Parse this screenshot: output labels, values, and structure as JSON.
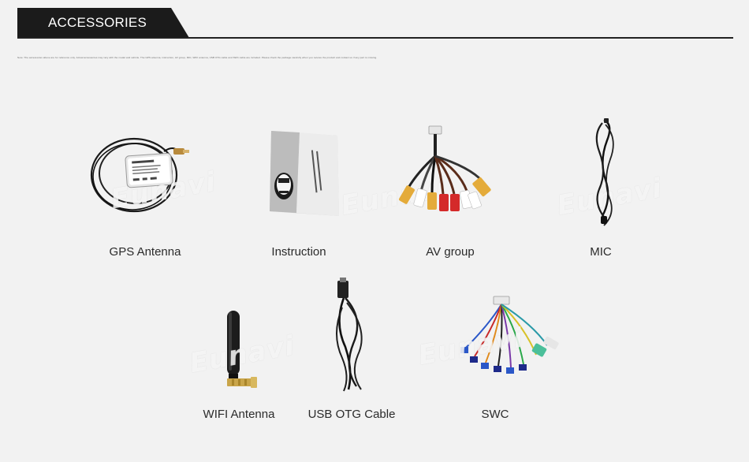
{
  "header": {
    "title": "ACCESSORIES"
  },
  "fine_print": "Note: The accessories above are for reference only. Actual accessories may vary with the model and vehicle. The GPS antenna, instruction, AV group, MIC, WIFI antenna, USB OTG cable and SWC cable are included. Please check the package carefully when you receive the product and contact us if any part is missing.",
  "watermark": "Eunavi",
  "items": [
    {
      "label": "GPS Antenna",
      "icon": "gps-antenna"
    },
    {
      "label": "Instruction",
      "icon": "instruction-manual"
    },
    {
      "label": "AV group",
      "icon": "av-cable-group"
    },
    {
      "label": "MIC",
      "icon": "microphone-cable"
    },
    {
      "label": "WIFI Antenna",
      "icon": "wifi-antenna"
    },
    {
      "label": "USB OTG Cable",
      "icon": "usb-otg-cable"
    },
    {
      "label": "SWC",
      "icon": "swc-cable"
    }
  ],
  "colors": {
    "background": "#f2f2f2",
    "header": "#1b1b1b",
    "header_text": "#ffffff"
  }
}
